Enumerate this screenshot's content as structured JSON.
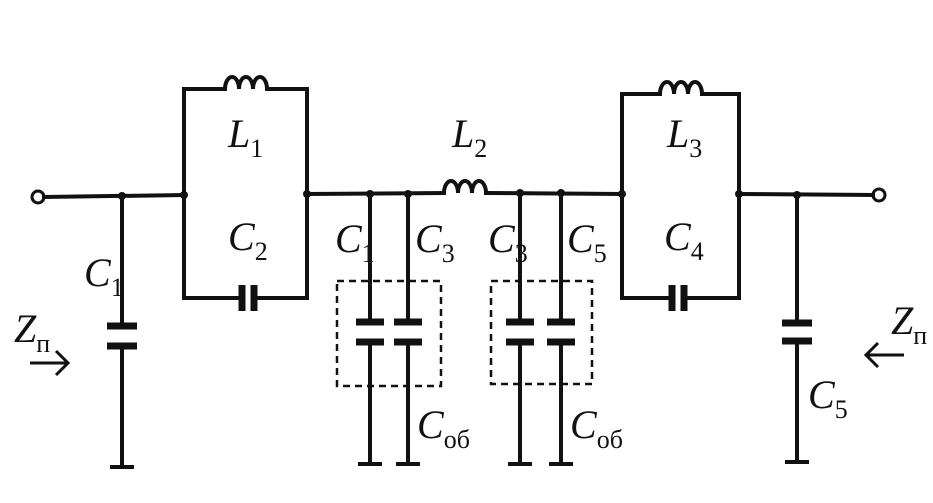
{
  "labels": {
    "L1": {
      "main": "L",
      "sub": "1"
    },
    "L2": {
      "main": "L",
      "sub": "2"
    },
    "L3": {
      "main": "L",
      "sub": "3"
    },
    "C1_left": {
      "main": "C",
      "sub": "1"
    },
    "C2": {
      "main": "C",
      "sub": "2"
    },
    "C4": {
      "main": "C",
      "sub": "4"
    },
    "C5_right": {
      "main": "C",
      "sub": "5"
    },
    "C1_box": {
      "main": "C",
      "sub": "1"
    },
    "C3_box1": {
      "main": "C",
      "sub": "3"
    },
    "C3_box2": {
      "main": "C",
      "sub": "3"
    },
    "C5_box": {
      "main": "C",
      "sub": "5"
    },
    "Cob_1": {
      "main": "C",
      "sub": "об"
    },
    "Cob_2": {
      "main": "C",
      "sub": "об"
    },
    "Z_left": {
      "main": "Z",
      "sub": "п"
    },
    "Z_right": {
      "main": "Z",
      "sub": "п"
    }
  }
}
